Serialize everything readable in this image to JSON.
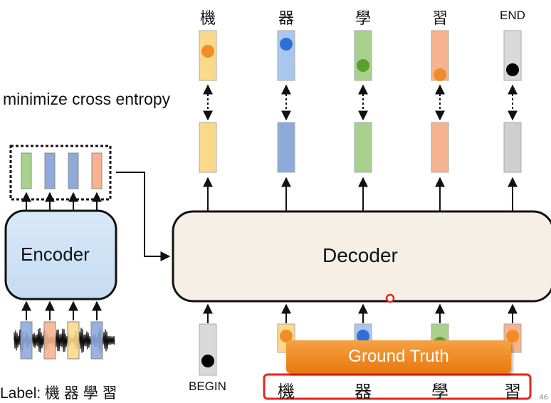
{
  "outputs": [
    {
      "label": "機",
      "color": "#fbd98a"
    },
    {
      "label": "器",
      "color": "#a9c7ee"
    },
    {
      "label": "學",
      "color": "#a9d18e"
    },
    {
      "label": "習",
      "color": "#f7b38f"
    },
    {
      "label": "END",
      "color": "#d9d9d9"
    }
  ],
  "dot_colors": [
    "#f28c28",
    "#2f6fd6",
    "#5aa02c",
    "#f28c28",
    "#000000"
  ],
  "decoder_out_colors": [
    "#fbd98a",
    "#8eaadb",
    "#a9d18e",
    "#f7b38f",
    "#cfcfcf"
  ],
  "encoder_out_colors": [
    "#a9d18e",
    "#8eaadb",
    "#8eaadb",
    "#f7b38f"
  ],
  "encoder_in_colors": [
    "#8eaadb",
    "#f7b38f",
    "#fbd98a",
    "#8eaadb"
  ],
  "minimize_text": "minimize cross entropy",
  "encoder_label": "Encoder",
  "decoder_label": "Decoder",
  "label_text": "Label: 機 器 學 習",
  "begin_label": "BEGIN",
  "ground_truth_label": "Ground Truth",
  "ground_truth_chars": [
    "機",
    "器",
    "學",
    "習"
  ],
  "page_number": "46"
}
